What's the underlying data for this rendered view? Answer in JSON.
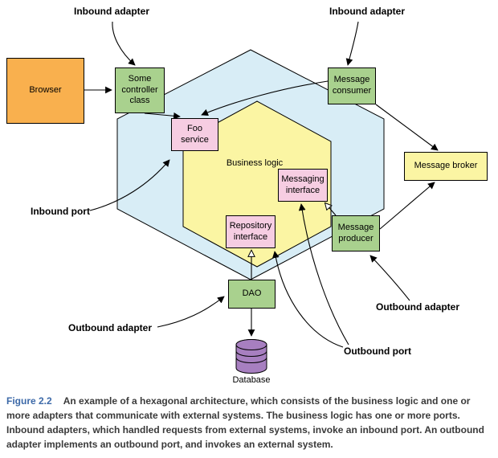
{
  "diagram": {
    "nodes": {
      "browser": "Browser",
      "controller": "Some controller class",
      "foo_service": "Foo service",
      "message_consumer": "Message consumer",
      "message_broker": "Message broker",
      "messaging_interface": "Messaging interface",
      "repository_interface": "Repository interface",
      "message_producer": "Message producer",
      "dao": "DAO",
      "business_logic": "Business logic",
      "database": "Database"
    },
    "annotations": {
      "inbound_adapter_left": "Inbound adapter",
      "inbound_adapter_right": "Inbound adapter",
      "inbound_port": "Inbound port",
      "outbound_adapter_left": "Outbound adapter",
      "outbound_adapter_right": "Outbound adapter",
      "outbound_port": "Outbound port"
    },
    "colors": {
      "outer_hexagon": "#d8edf6",
      "inner_hexagon": "#fbf5a3",
      "green_box": "#a9d18e",
      "pink_box": "#f6cde2",
      "orange_box": "#f9b04e",
      "yellow_box": "#fbf5a3",
      "database": "#a77fc0",
      "figure_label_blue": "#3c69a8"
    }
  },
  "caption": {
    "figure_label": "Figure 2.2",
    "text": "An example of a hexagonal architecture, which consists of the business logic and one or more adapters that communicate with external systems. The business logic has one or more ports. Inbound adapters, which handled requests from external systems, invoke an inbound port. An outbound adapter implements an outbound port, and invokes an external system."
  }
}
